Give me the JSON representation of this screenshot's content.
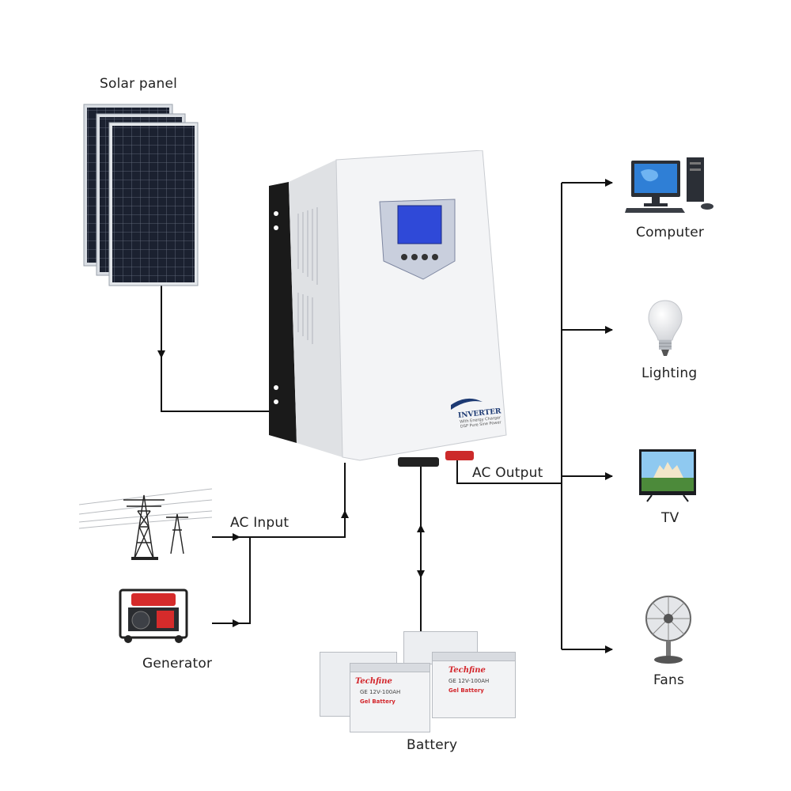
{
  "labels": {
    "solar_panel": "Solar panel",
    "computer": "Computer",
    "lighting": "Lighting",
    "tv": "TV",
    "fans": "Fans",
    "ac_input": "AC Input",
    "ac_output": "AC Output",
    "generator": "Generator",
    "battery": "Battery"
  },
  "inverter": {
    "brand": "INVERTER",
    "subtitle_1": "With Energy Charger",
    "subtitle_2": "DSP Pure Sine Power"
  },
  "battery_unit": {
    "brand": "Techfine",
    "model": "GE 12V-100AH",
    "type": "Gel Battery"
  },
  "colors": {
    "line": "#111111",
    "panel_cell": "#1c2230",
    "inverter_body": "#f1f2f4",
    "lcd": "#2f49d8",
    "generator_red": "#d52b2b",
    "battery_brand": "#d3262c"
  }
}
